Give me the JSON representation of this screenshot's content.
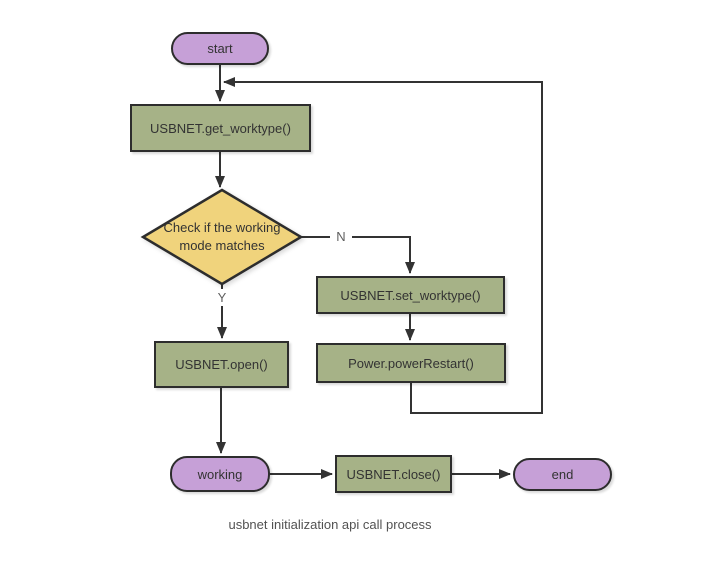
{
  "diagram": {
    "title": "usbnet initialization api call process",
    "nodes": {
      "start": "start",
      "get_worktype": "USBNET.get_worktype()",
      "decision": "Check if the working mode matches",
      "set_worktype": "USBNET.set_worktype()",
      "power_restart": "Power.powerRestart()",
      "open": "USBNET.open()",
      "working": "working",
      "close": "USBNET.close()",
      "end": "end"
    },
    "edge_labels": {
      "yes": "Y",
      "no": "N"
    },
    "colors": {
      "terminator_fill": "#c6a0d7",
      "process_fill": "#a6b287",
      "decision_fill": "#f0d37c",
      "shape_border": "#2d2d2d",
      "line": "#333333",
      "edge_label_text": "#5f5f5f",
      "caption_text": "#525252"
    }
  }
}
